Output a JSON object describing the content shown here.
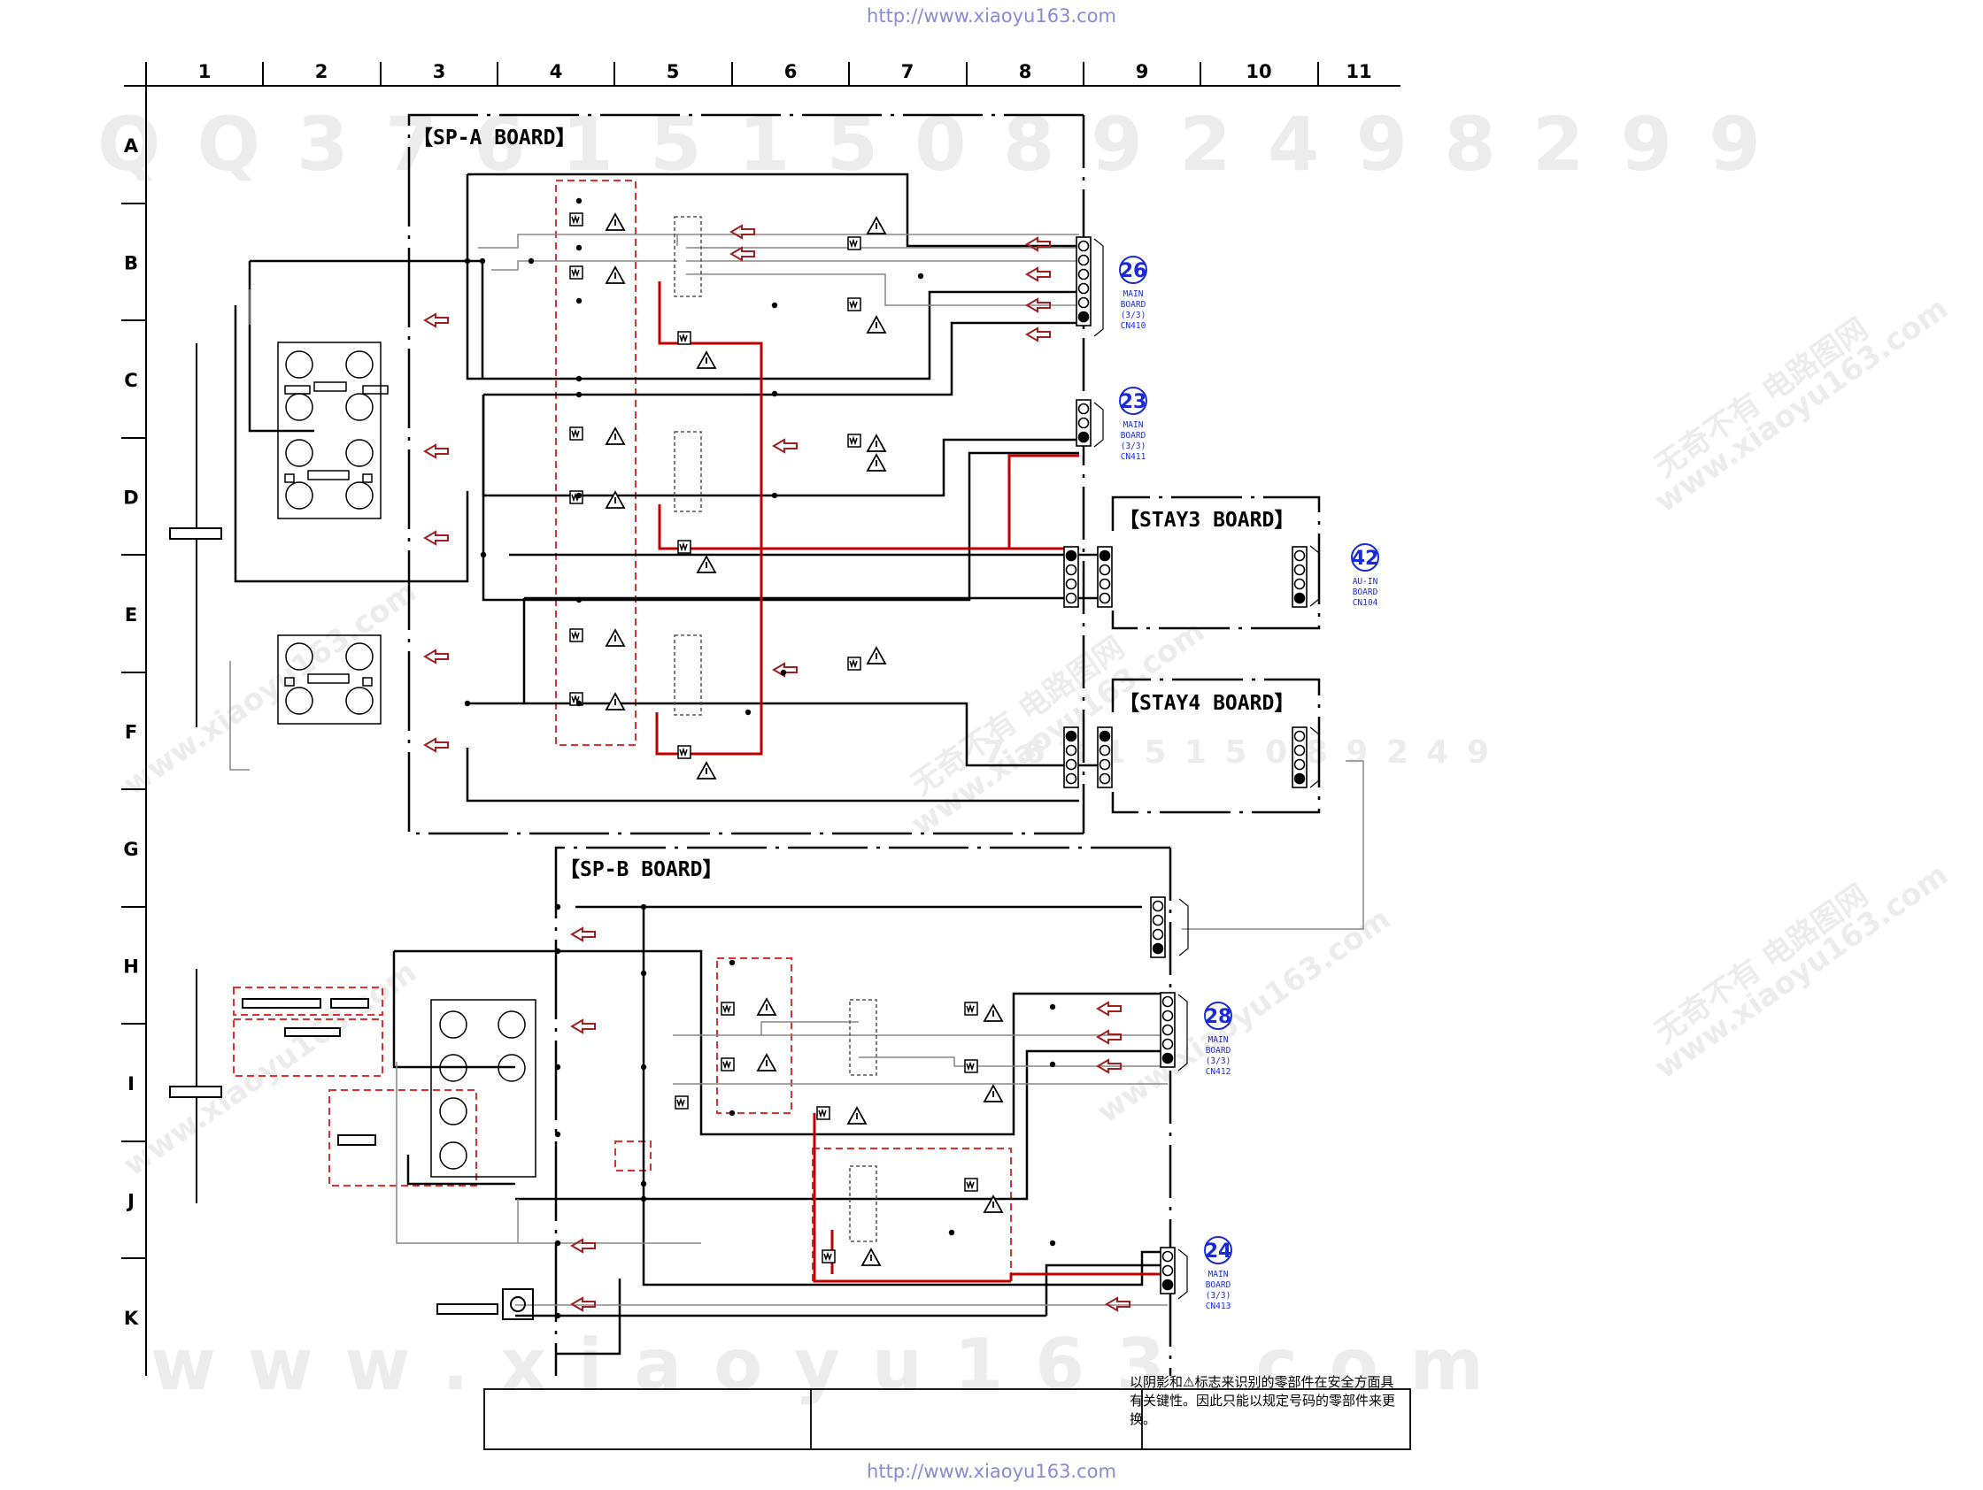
{
  "header_url": "http://www.xiaoyu163.com",
  "footer_url": "http://www.xiaoyu163.com",
  "grid": {
    "columns": [
      "1",
      "2",
      "3",
      "4",
      "5",
      "6",
      "7",
      "8",
      "9",
      "10",
      "11"
    ],
    "rows": [
      "A",
      "B",
      "C",
      "D",
      "E",
      "F",
      "G",
      "H",
      "I",
      "J",
      "K"
    ]
  },
  "watermarks": {
    "top_digits": "Q Q 3 7 6 1 5 1 5 0 8 9 2 4 9 8 2 9 9",
    "mid_digits": "7 6 3 1 5 1 5 0 8 9 2 4 9",
    "bottom_text": "w w w . x i a o y u 1 6 3 . c o m",
    "site": "www.xiaoyu163.com",
    "cn": "无奇不有 电路图网"
  },
  "boards": {
    "sp_a": "【SP-A BOARD】",
    "sp_b": "【SP-B BOARD】",
    "stay3": "【STAY3 BOARD】",
    "stay4": "【STAY4 BOARD】"
  },
  "connectors": [
    {
      "num": "26",
      "line1": "MAIN",
      "line2": "BOARD",
      "line3": "(3/3)",
      "line4": "CN410"
    },
    {
      "num": "23",
      "line1": "MAIN",
      "line2": "BOARD",
      "line3": "(3/3)",
      "line4": "CN411"
    },
    {
      "num": "42",
      "line1": "AU-IN",
      "line2": "BOARD",
      "line3": "CN104"
    },
    {
      "num": "28",
      "line1": "MAIN",
      "line2": "BOARD",
      "line3": "(3/3)",
      "line4": "CN412"
    },
    {
      "num": "24",
      "line1": "MAIN",
      "line2": "BOARD",
      "line3": "(3/3)",
      "line4": "CN413"
    }
  ],
  "footer_note": "以阴影和⚠标志来识别的零部件在安全方面具有关键性。因此只能以规定号码的零部件来更换。",
  "colors": {
    "line": "#000000",
    "accent_red": "#c00000",
    "dashed_red": "#e03030",
    "url_blue": "#8a8ad6",
    "connector_blue": "#1a2bd6",
    "watermark": "#ececec"
  }
}
